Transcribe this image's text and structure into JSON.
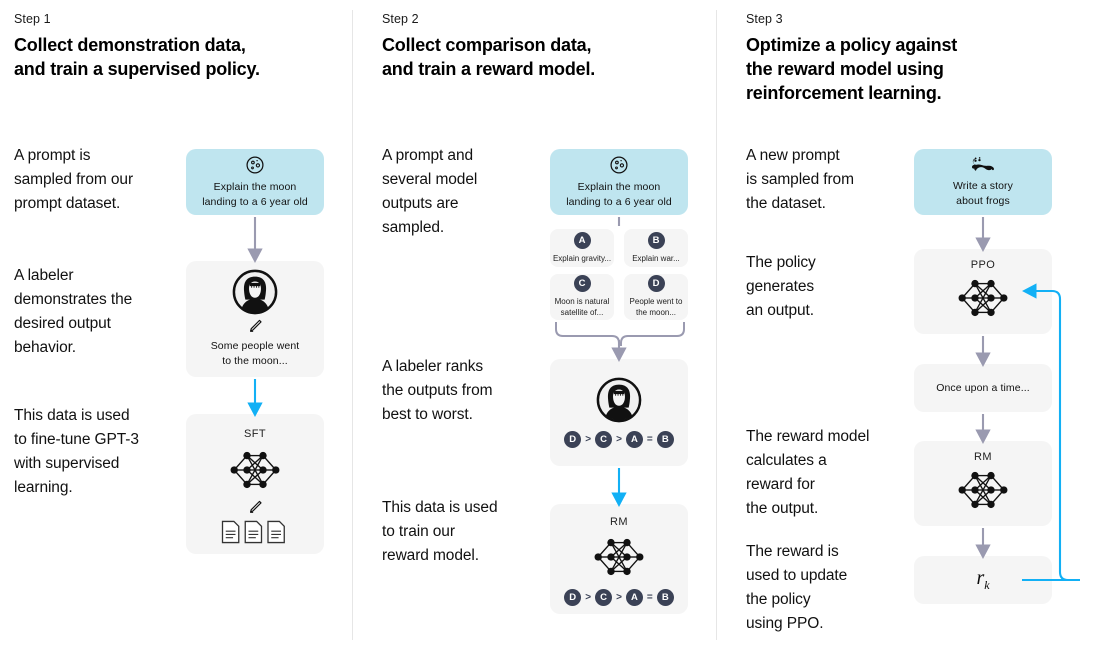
{
  "palette": {
    "background": "#ffffff",
    "card_grey": "#f5f5f5",
    "card_blue": "#bfe5ef",
    "badge_navy": "#3b4256",
    "arrow_grey": "#9a9ab0",
    "arrow_blue": "#12b0f5",
    "divider": "#e6e6e6",
    "text": "#111111"
  },
  "columns": [
    {
      "step_label": "Step 1",
      "title": "Collect demonstration data,\nand train a supervised policy.",
      "paragraphs": [
        {
          "text": "A prompt is\nsampled from our\nprompt dataset."
        },
        {
          "text": "A labeler\ndemonstrates the\ndesired output\nbehavior."
        },
        {
          "text": "This data is used\nto fine-tune GPT-3\nwith supervised\nlearning."
        }
      ],
      "cards": [
        {
          "kind": "prompt",
          "icon": "moon-icon",
          "text": "Explain the moon\nlanding to a 6 year old"
        },
        {
          "kind": "labeler",
          "icon": "labeler-person-icon",
          "sub_icon": "pencil-icon",
          "text": "Some people went\nto the moon..."
        },
        {
          "kind": "model",
          "title": "SFT",
          "icon": "neural-network-icon",
          "sub_icon": "pencil-icon",
          "extra_icon": "documents-icon"
        }
      ]
    },
    {
      "step_label": "Step 2",
      "title": "Collect comparison data,\nand train a reward model.",
      "paragraphs": [
        {
          "text": "A prompt and\nseveral model\noutputs are\nsampled."
        },
        {
          "text": "A labeler ranks\nthe outputs from\nbest to worst."
        },
        {
          "text": "This data is used\nto train our\nreward model."
        }
      ],
      "cards": [
        {
          "kind": "prompt",
          "icon": "moon-icon",
          "text": "Explain the moon\nlanding to a 6 year old"
        },
        {
          "kind": "labeler",
          "icon": "labeler-person-icon",
          "ranking": [
            "D",
            ">",
            "C",
            ">",
            "A",
            "=",
            "B"
          ]
        },
        {
          "kind": "model",
          "title": "RM",
          "icon": "neural-network-icon",
          "ranking": [
            "D",
            ">",
            "C",
            ">",
            "A",
            "=",
            "B"
          ]
        }
      ],
      "options": [
        {
          "badge": "A",
          "text": "Explain gravity..."
        },
        {
          "badge": "B",
          "text": "Explain war..."
        },
        {
          "badge": "C",
          "text": "Moon is natural\nsatellite of..."
        },
        {
          "badge": "D",
          "text": "People went to\nthe moon..."
        }
      ]
    },
    {
      "step_label": "Step 3",
      "title": "Optimize a policy against\nthe reward model using\nreinforcement learning.",
      "paragraphs": [
        {
          "text": "A new prompt\nis sampled from\nthe dataset."
        },
        {
          "text": "The policy\ngenerates\nan output."
        },
        {
          "text": "The reward model\ncalculates a\nreward for\nthe output."
        },
        {
          "text": "The reward is\nused to update\nthe policy\nusing PPO."
        }
      ],
      "cards": [
        {
          "kind": "prompt",
          "icon": "frog-icon",
          "text": "Write a story\nabout frogs"
        },
        {
          "kind": "model",
          "title": "PPO",
          "icon": "neural-network-icon"
        },
        {
          "kind": "output",
          "text": "Once upon a time..."
        },
        {
          "kind": "model",
          "title": "RM",
          "icon": "neural-network-icon"
        },
        {
          "kind": "reward",
          "text": "r",
          "subscript": "k"
        }
      ]
    }
  ]
}
